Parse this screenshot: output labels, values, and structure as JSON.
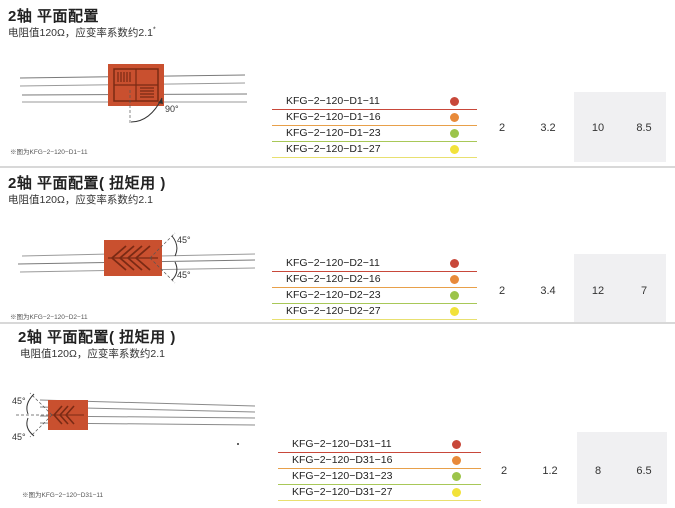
{
  "sections": [
    {
      "title": "2轴 平面配置",
      "subtitle": "电阻值120Ω，应变率系数约2.1",
      "subtitle_mark": "*",
      "note": "※图为KFG−2−120−D1−11",
      "angles": [
        "90°"
      ],
      "models": [
        "KFG−2−120−D1−11",
        "KFG−2−120−D1−16",
        "KFG−2−120−D1−23",
        "KFG−2−120−D1−27"
      ],
      "values": [
        "2",
        "3.2",
        "10",
        "8.5"
      ]
    },
    {
      "title": "2轴 平面配置( 扭矩用 )",
      "subtitle": "电阻值120Ω，应变率系数约2.1",
      "subtitle_mark": "",
      "note": "※图为KFG−2−120−D2−11",
      "angles": [
        "45°",
        "45°"
      ],
      "models": [
        "KFG−2−120−D2−11",
        "KFG−2−120−D2−16",
        "KFG−2−120−D2−23",
        "KFG−2−120−D2−27"
      ],
      "values": [
        "2",
        "3.4",
        "12",
        "7"
      ]
    },
    {
      "title": "2轴 平面配置( 扭矩用 )",
      "subtitle": "电阻值120Ω，应变率系数约2.1",
      "subtitle_mark": "",
      "note": "※图为KFG−2−120−D31−11",
      "angles": [
        "45°",
        "45°"
      ],
      "models": [
        "KFG−2−120−D31−11",
        "KFG−2−120−D31−16",
        "KFG−2−120−D31−23",
        "KFG−2−120−D31−27"
      ],
      "values": [
        "2",
        "1.2",
        "8",
        "6.5"
      ]
    }
  ],
  "colors": {
    "dots": [
      "#c8483a",
      "#e88a3a",
      "#9cc44a",
      "#f2e23a"
    ],
    "row_lines": [
      "#c8483a",
      "#e8a04a",
      "#a8c858",
      "#e8e070"
    ],
    "gauge_fill": "#c9502f",
    "gauge_dark": "#7a2a14",
    "shade": "#f0f0f2"
  }
}
